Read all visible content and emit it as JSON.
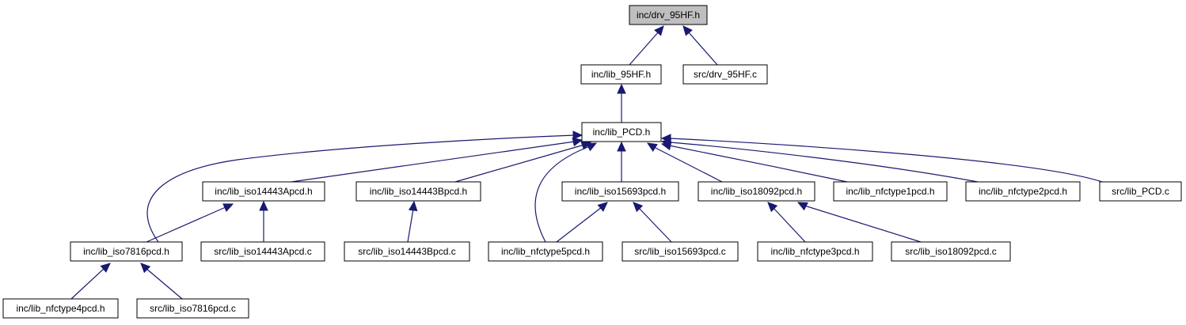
{
  "colors": {
    "edge": "#191970",
    "root_fill": "#bfbfbf",
    "node_fill": "#ffffff",
    "border": "#000000"
  },
  "nodes": {
    "drv_95hf_h": "inc/drv_95HF.h",
    "lib_95hf_h": "inc/lib_95HF.h",
    "drv_95hf_c": "src/drv_95HF.c",
    "lib_pcd_h": "inc/lib_PCD.h",
    "iso14443a_h": "inc/lib_iso14443Apcd.h",
    "iso14443b_h": "inc/lib_iso14443Bpcd.h",
    "iso15693_h": "inc/lib_iso15693pcd.h",
    "iso18092_h": "inc/lib_iso18092pcd.h",
    "nfctype1_h": "inc/lib_nfctype1pcd.h",
    "nfctype2_h": "inc/lib_nfctype2pcd.h",
    "lib_pcd_c": "src/lib_PCD.c",
    "iso7816_h": "inc/lib_iso7816pcd.h",
    "iso14443a_c": "src/lib_iso14443Apcd.c",
    "iso14443b_c": "src/lib_iso14443Bpcd.c",
    "nfctype5_h": "inc/lib_nfctype5pcd.h",
    "iso15693_c": "src/lib_iso15693pcd.c",
    "nfctype3_h": "inc/lib_nfctype3pcd.h",
    "iso18092_c": "src/lib_iso18092pcd.c",
    "nfctype4_h": "inc/lib_nfctype4pcd.h",
    "iso7816_c": "src/lib_iso7816pcd.c"
  },
  "edges": [
    {
      "from": "lib_95hf_h",
      "to": "drv_95hf_h"
    },
    {
      "from": "drv_95hf_c",
      "to": "drv_95hf_h"
    },
    {
      "from": "lib_pcd_h",
      "to": "lib_95hf_h"
    },
    {
      "from": "iso14443a_h",
      "to": "lib_pcd_h"
    },
    {
      "from": "iso14443b_h",
      "to": "lib_pcd_h"
    },
    {
      "from": "iso15693_h",
      "to": "lib_pcd_h"
    },
    {
      "from": "iso18092_h",
      "to": "lib_pcd_h"
    },
    {
      "from": "nfctype1_h",
      "to": "lib_pcd_h"
    },
    {
      "from": "nfctype2_h",
      "to": "lib_pcd_h"
    },
    {
      "from": "lib_pcd_c",
      "to": "lib_pcd_h"
    },
    {
      "from": "iso7816_h",
      "to": "lib_pcd_h"
    },
    {
      "from": "nfctype5_h",
      "to": "lib_pcd_h"
    },
    {
      "from": "iso7816_h",
      "to": "iso14443a_h"
    },
    {
      "from": "iso14443a_c",
      "to": "iso14443a_h"
    },
    {
      "from": "iso14443b_c",
      "to": "iso14443b_h"
    },
    {
      "from": "nfctype5_h",
      "to": "iso15693_h"
    },
    {
      "from": "iso15693_c",
      "to": "iso15693_h"
    },
    {
      "from": "nfctype3_h",
      "to": "iso18092_h"
    },
    {
      "from": "iso18092_c",
      "to": "iso18092_h"
    },
    {
      "from": "nfctype4_h",
      "to": "iso7816_h"
    },
    {
      "from": "iso7816_c",
      "to": "iso7816_h"
    }
  ]
}
